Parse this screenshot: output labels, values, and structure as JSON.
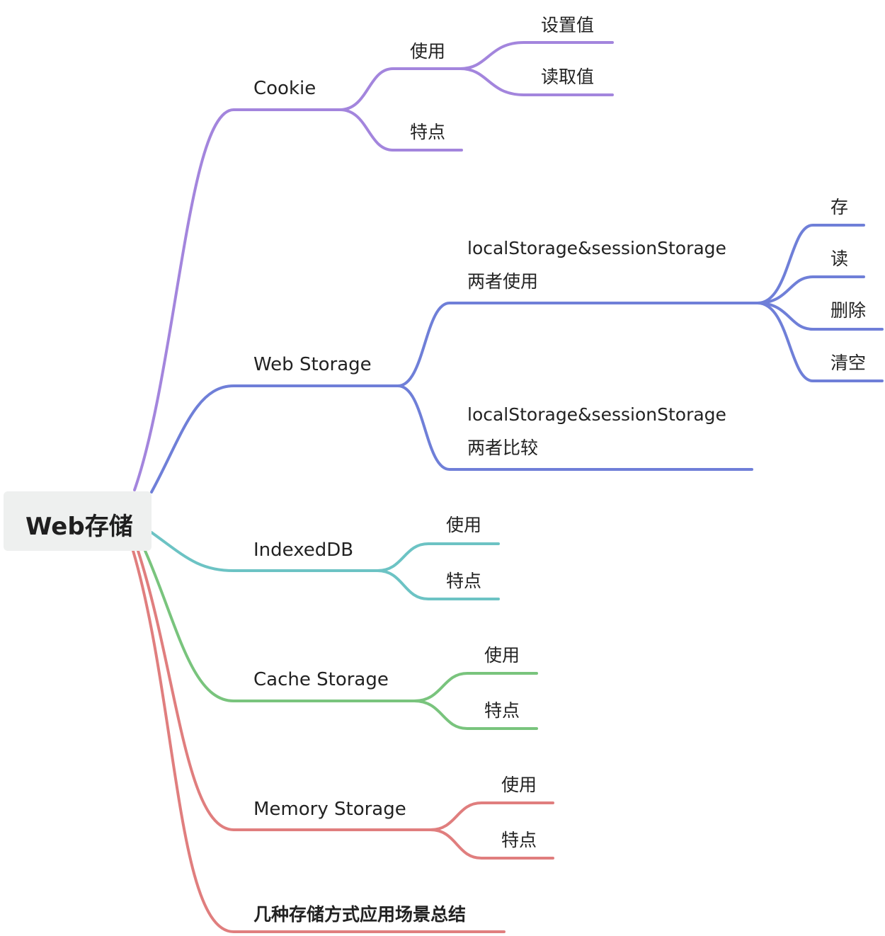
{
  "root": {
    "label": "Web存储"
  },
  "colors": {
    "cookie": "#a385dd",
    "webstorage": "#6f7fd8",
    "indexeddb": "#6cc3c4",
    "cache": "#79c47d",
    "memory": "#e07e7e",
    "summary": "#e07e7e",
    "root_bg": "#eef0ef"
  },
  "branches": {
    "cookie": {
      "label": "Cookie",
      "usage": {
        "label": "使用",
        "set": "设置值",
        "get": "读取值"
      },
      "features": "特点"
    },
    "webstorage": {
      "label": "Web Storage",
      "usage": {
        "line1": "localStorage&sessionStorage",
        "line2": "两者使用",
        "ops": {
          "store": "存",
          "read": "读",
          "delete": "删除",
          "clear": "清空"
        }
      },
      "compare": {
        "line1": "localStorage&sessionStorage",
        "line2": "两者比较"
      }
    },
    "indexeddb": {
      "label": "IndexedDB",
      "usage": "使用",
      "features": "特点"
    },
    "cache": {
      "label": "Cache Storage",
      "usage": "使用",
      "features": "特点"
    },
    "memory": {
      "label": "Memory Storage",
      "usage": "使用",
      "features": "特点"
    },
    "summary": {
      "label": "几种存储方式应用场景总结"
    }
  }
}
